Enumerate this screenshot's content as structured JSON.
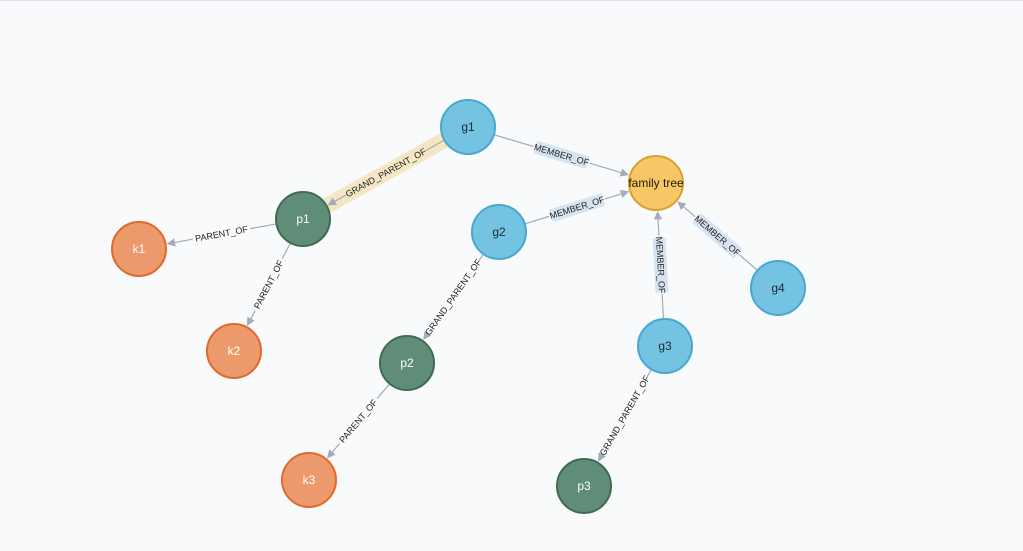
{
  "colors": {
    "background": "#f8fafc",
    "edge": "#a5abb6",
    "edge_label_text": "#222222",
    "selected_edge_halo": "#f6e7c4",
    "group": {
      "fill": "#75c3e3",
      "stroke": "#4aa7cc",
      "text": "#1b2a33"
    },
    "person": {
      "fill": "#5f8d77",
      "stroke": "#3f6b55",
      "text": "#ffffff"
    },
    "kid": {
      "fill": "#ec9a6c",
      "stroke": "#de6a2e",
      "text": "#ffffff"
    },
    "family": {
      "fill": "#f8c765",
      "stroke": "#d9a22f",
      "text": "#1f1a10"
    },
    "member_label_bg": "#d6e4f2"
  },
  "graph": {
    "nodes": [
      {
        "id": "g1",
        "label": "g1",
        "kind": "group"
      },
      {
        "id": "g2",
        "label": "g2",
        "kind": "group"
      },
      {
        "id": "g3",
        "label": "g3",
        "kind": "group"
      },
      {
        "id": "g4",
        "label": "g4",
        "kind": "group"
      },
      {
        "id": "family",
        "label": "family tree",
        "kind": "family"
      },
      {
        "id": "p1",
        "label": "p1",
        "kind": "person"
      },
      {
        "id": "p2",
        "label": "p2",
        "kind": "person"
      },
      {
        "id": "p3",
        "label": "p3",
        "kind": "person"
      },
      {
        "id": "k1",
        "label": "k1",
        "kind": "kid"
      },
      {
        "id": "k2",
        "label": "k2",
        "kind": "kid"
      },
      {
        "id": "k3",
        "label": "k3",
        "kind": "kid"
      }
    ],
    "edges": [
      {
        "id": "e1",
        "source": "g1",
        "target": "family",
        "label": "MEMBER_OF",
        "type": "member"
      },
      {
        "id": "e2",
        "source": "g2",
        "target": "family",
        "label": "MEMBER_OF",
        "type": "member"
      },
      {
        "id": "e3",
        "source": "g3",
        "target": "family",
        "label": "MEMBER_OF",
        "type": "member"
      },
      {
        "id": "e4",
        "source": "g4",
        "target": "family",
        "label": "MEMBER_OF",
        "type": "member"
      },
      {
        "id": "e5",
        "source": "g1",
        "target": "p1",
        "label": "GRAND_PARENT_OF",
        "type": "plain",
        "selected": true
      },
      {
        "id": "e6",
        "source": "g2",
        "target": "p2",
        "label": "GRAND_PARENT_OF",
        "type": "plain"
      },
      {
        "id": "e7",
        "source": "g3",
        "target": "p3",
        "label": "GRAND_PARENT_OF",
        "type": "plain"
      },
      {
        "id": "e8",
        "source": "p1",
        "target": "k1",
        "label": "PARENT_OF",
        "type": "plain"
      },
      {
        "id": "e9",
        "source": "p1",
        "target": "k2",
        "label": "PARENT_OF",
        "type": "plain"
      },
      {
        "id": "e10",
        "source": "p2",
        "target": "k3",
        "label": "PARENT_OF",
        "type": "plain"
      }
    ]
  }
}
